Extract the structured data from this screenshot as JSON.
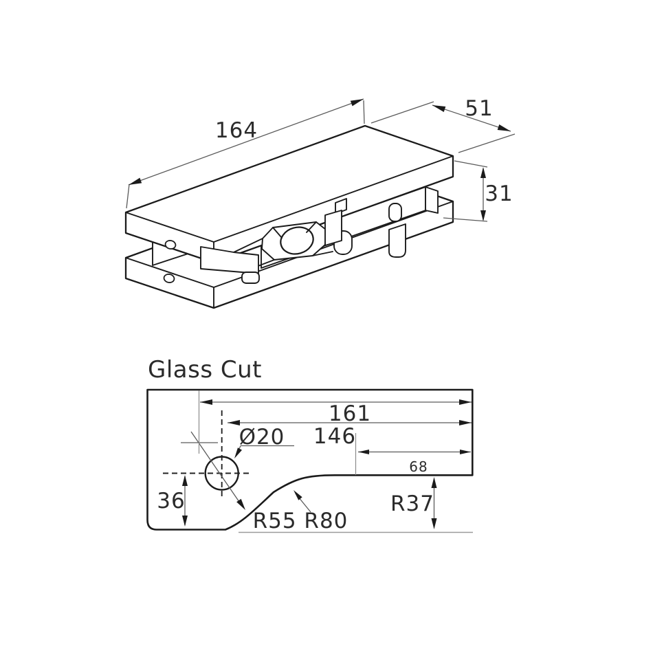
{
  "title": "Glass Cut",
  "iso_view": {
    "description": "patch-fitting-isometric-drawing",
    "dims": {
      "length": "164",
      "width": "51",
      "height": "31"
    }
  },
  "glass_cut": {
    "dims": {
      "overall_width": "161",
      "inner_width": "146",
      "notch_width": "68",
      "hole_diameter": "Ø20",
      "hole_offset": "36",
      "radii": "R55 R80",
      "corner_radius": "R37"
    }
  },
  "colors": {
    "background": "#ffffff",
    "outline": "#1b1b1b",
    "dimension_line": "#5a5a5a",
    "text": "#2b2b2b"
  }
}
